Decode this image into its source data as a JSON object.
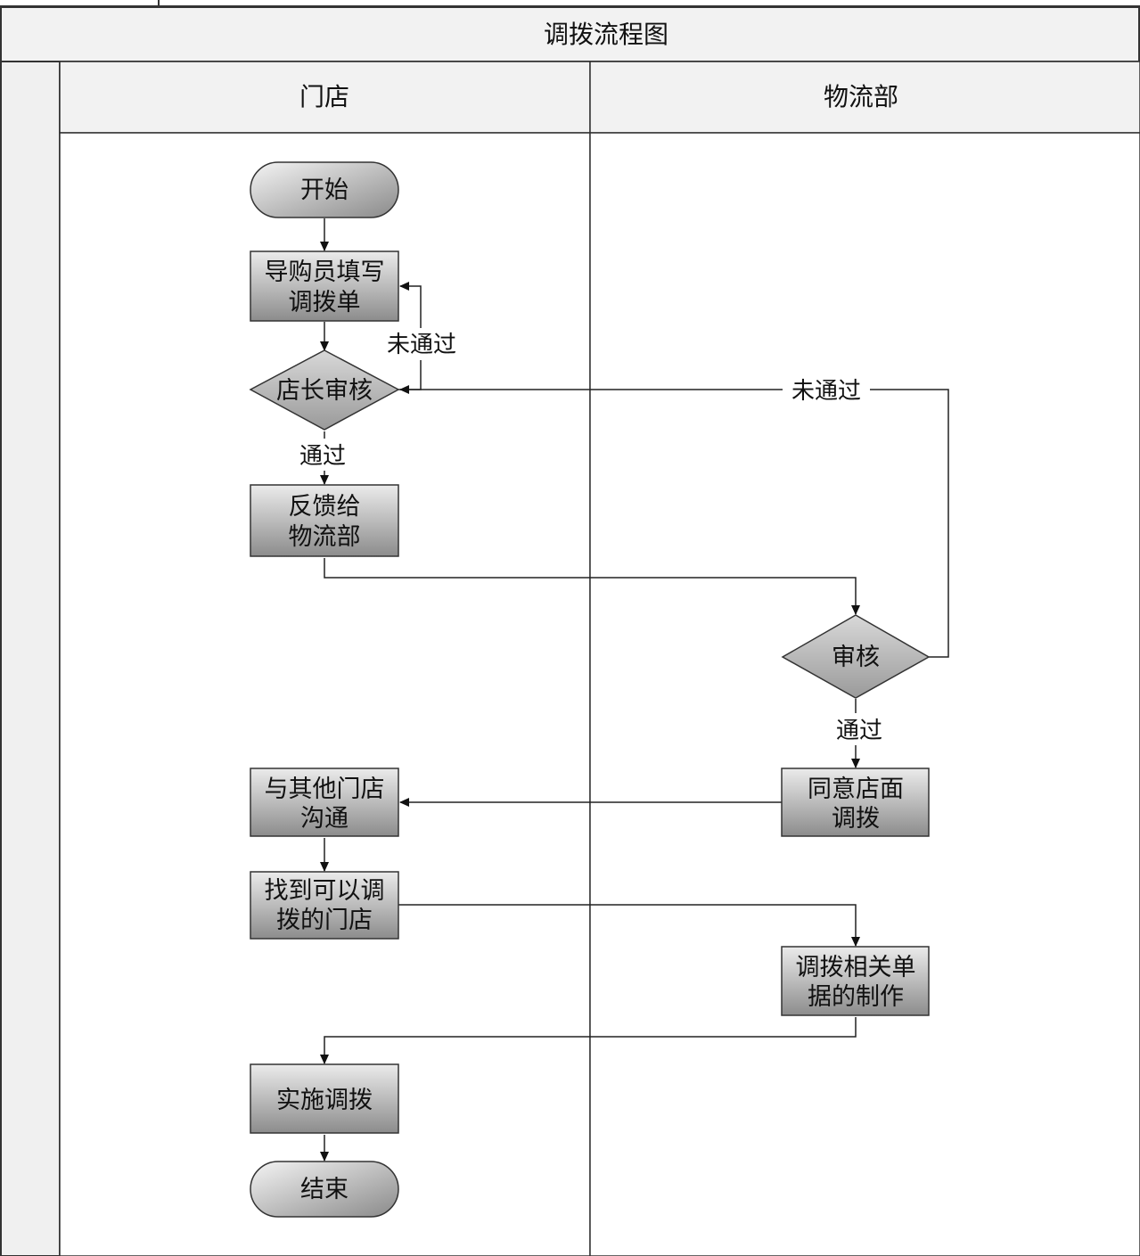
{
  "title": "调拨流程图",
  "lanes": [
    {
      "id": "store",
      "label": "门店"
    },
    {
      "id": "logistics",
      "label": "物流部"
    }
  ],
  "nodes": {
    "start": {
      "shape": "terminal",
      "lines": [
        "开始"
      ]
    },
    "fill_form": {
      "shape": "process",
      "lines": [
        "导购员填写",
        "调拨单"
      ]
    },
    "manager_review": {
      "shape": "decision",
      "lines": [
        "店长审核"
      ]
    },
    "feedback": {
      "shape": "process",
      "lines": [
        "反馈给",
        "物流部"
      ]
    },
    "review": {
      "shape": "decision",
      "lines": [
        "审核"
      ]
    },
    "agree": {
      "shape": "process",
      "lines": [
        "同意店面",
        "调拨"
      ]
    },
    "communicate": {
      "shape": "process",
      "lines": [
        "与其他门店",
        "沟通"
      ]
    },
    "find_store": {
      "shape": "process",
      "lines": [
        "找到可以调",
        "拨的门店"
      ]
    },
    "documents": {
      "shape": "process",
      "lines": [
        "调拨相关单",
        "据的制作"
      ]
    },
    "execute": {
      "shape": "process",
      "lines": [
        "实施调拨"
      ]
    },
    "end": {
      "shape": "terminal",
      "lines": [
        "结束"
      ]
    }
  },
  "edge_labels": {
    "store_reject": "未通过",
    "store_pass": "通过",
    "logistics_reject": "未通过",
    "logistics_pass": "通过"
  },
  "colors": {
    "border": "#333333",
    "header_fill": "#f2f2f2",
    "box_fill_light": "#e8e8e8",
    "box_fill_dark": "#8a8a8a",
    "line": "#222222"
  }
}
